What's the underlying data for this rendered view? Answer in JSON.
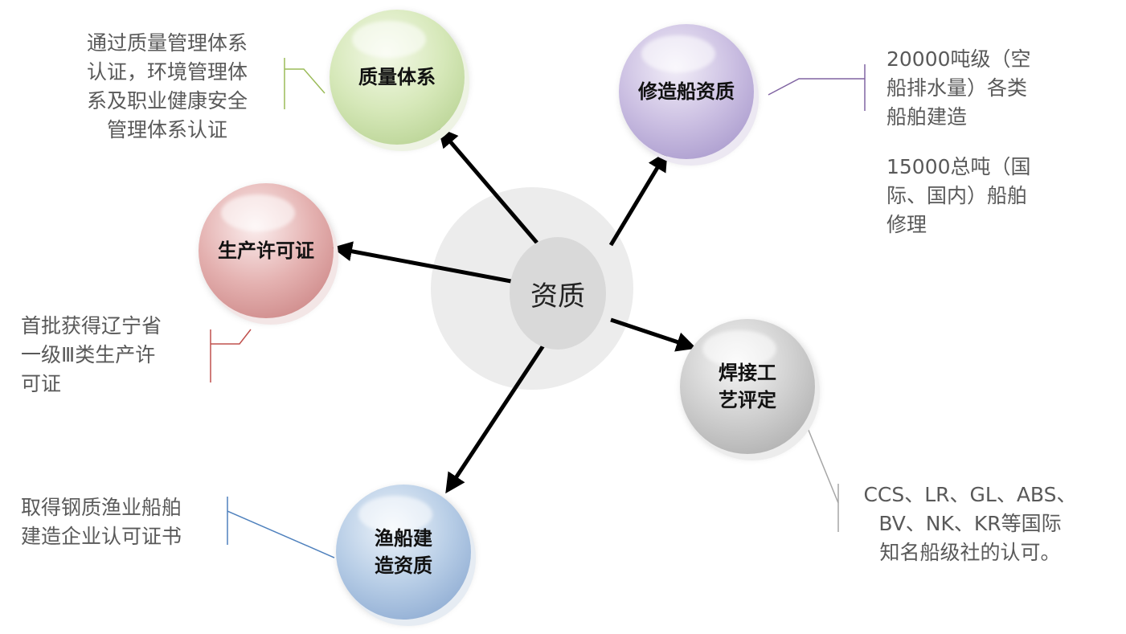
{
  "hub": {
    "label": "资质"
  },
  "nodes": {
    "quality": {
      "label": "质量体系",
      "description": "通过质量管理体系\n认证，环境管理体\n系及职业健康安全\n管理体系认证"
    },
    "ship": {
      "label": "修造船资质",
      "description_build": "20000吨级（空\n船排水量）各类\n船舶建造",
      "description_repair": "15000总吨（国\n际、国内）船舶\n修理"
    },
    "permit": {
      "label": "生产许可证",
      "description": "首批获得辽宁省\n一级Ⅲ类生产许\n可证"
    },
    "weld": {
      "label": "焊接工\n艺评定",
      "description": "CCS、LR、GL、ABS、\nBV、NK、KR等国际\n知名船级社的认可。"
    },
    "fish": {
      "label": "渔船建\n造资质",
      "description": "取得钢质渔业船舶\n建造企业认可证书"
    }
  },
  "colors": {
    "quality": "#9bbb59",
    "ship": "#8064a2",
    "permit": "#c0504d",
    "weld": "#a6a6a6",
    "fish": "#4f81bd",
    "arrow": "#000000"
  }
}
